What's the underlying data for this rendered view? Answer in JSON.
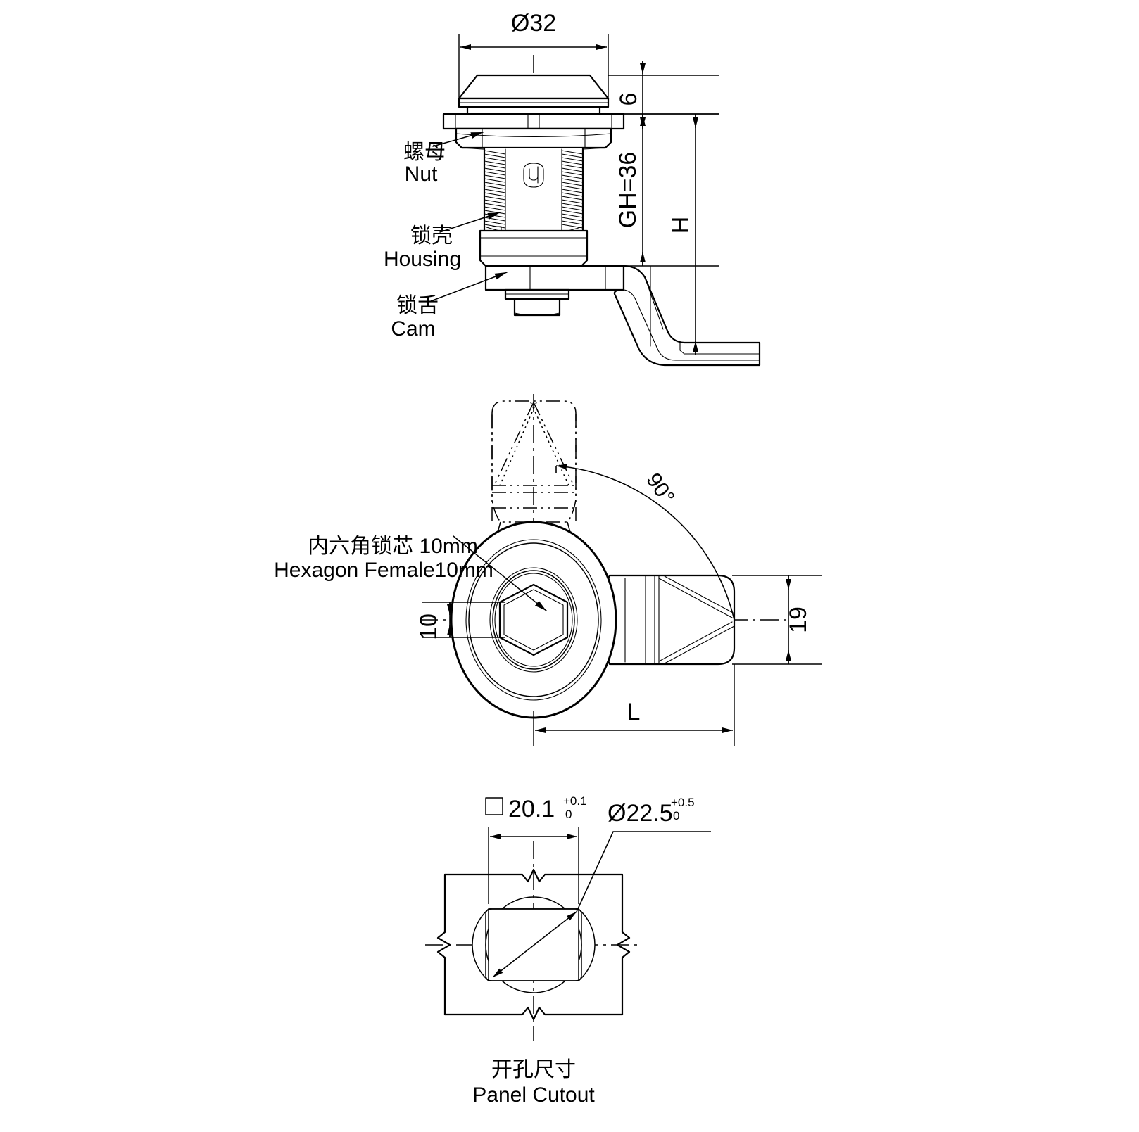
{
  "drawing": {
    "title": "Cam Lock Technical Drawing",
    "views": {
      "front": {
        "name": "front-elevation-view",
        "dimensions": {
          "head_diameter": "Ø32",
          "head_height": "6",
          "grip_height": "GH=36",
          "overall_height": "H"
        },
        "callouts": [
          {
            "cn": "螺母",
            "en": "Nut"
          },
          {
            "cn": "锁壳",
            "en": "Housing"
          },
          {
            "cn": "锁舌",
            "en": "Cam"
          }
        ]
      },
      "plan": {
        "name": "plan-view",
        "callout": {
          "cn": "内六角锁芯 10mm",
          "en": "Hexagon Female10mm"
        },
        "dimensions": {
          "hex_across_flats": "10",
          "cam_width": "19",
          "cam_length": "L",
          "rotation_angle": "90°"
        }
      },
      "cutout": {
        "name": "panel-cutout-view",
        "dimensions": {
          "square": {
            "symbol": "□",
            "value": "20.1",
            "tol_upper": "+0.1",
            "tol_lower": "0"
          },
          "circle": {
            "symbol": "Ø",
            "value": "22.5",
            "tol_upper": "+0.5",
            "tol_lower": "0"
          }
        },
        "label": {
          "cn": "开孔尺寸",
          "en": "Panel Cutout"
        }
      }
    },
    "colors": {
      "line": "#000000",
      "background": "#ffffff"
    }
  }
}
